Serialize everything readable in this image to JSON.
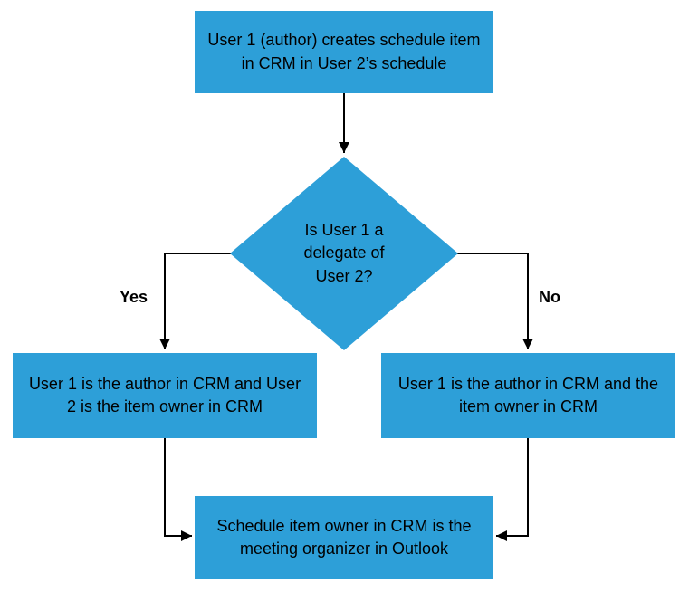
{
  "colors": {
    "node_fill": "#2D9FD8",
    "arrow": "#000000",
    "text": "#000000",
    "background": "#FFFFFF"
  },
  "nodes": {
    "start": "User 1 (author) creates schedule item in CRM in User 2’s schedule",
    "decision": "Is User 1 a delegate of User 2?",
    "yes_branch": "User 1 is the author in CRM and User 2 is the item owner in CRM",
    "no_branch": "User 1 is the author in CRM and the item owner in CRM",
    "end": "Schedule item owner in CRM is the meeting organizer in Outlook"
  },
  "labels": {
    "yes": "Yes",
    "no": "No"
  }
}
